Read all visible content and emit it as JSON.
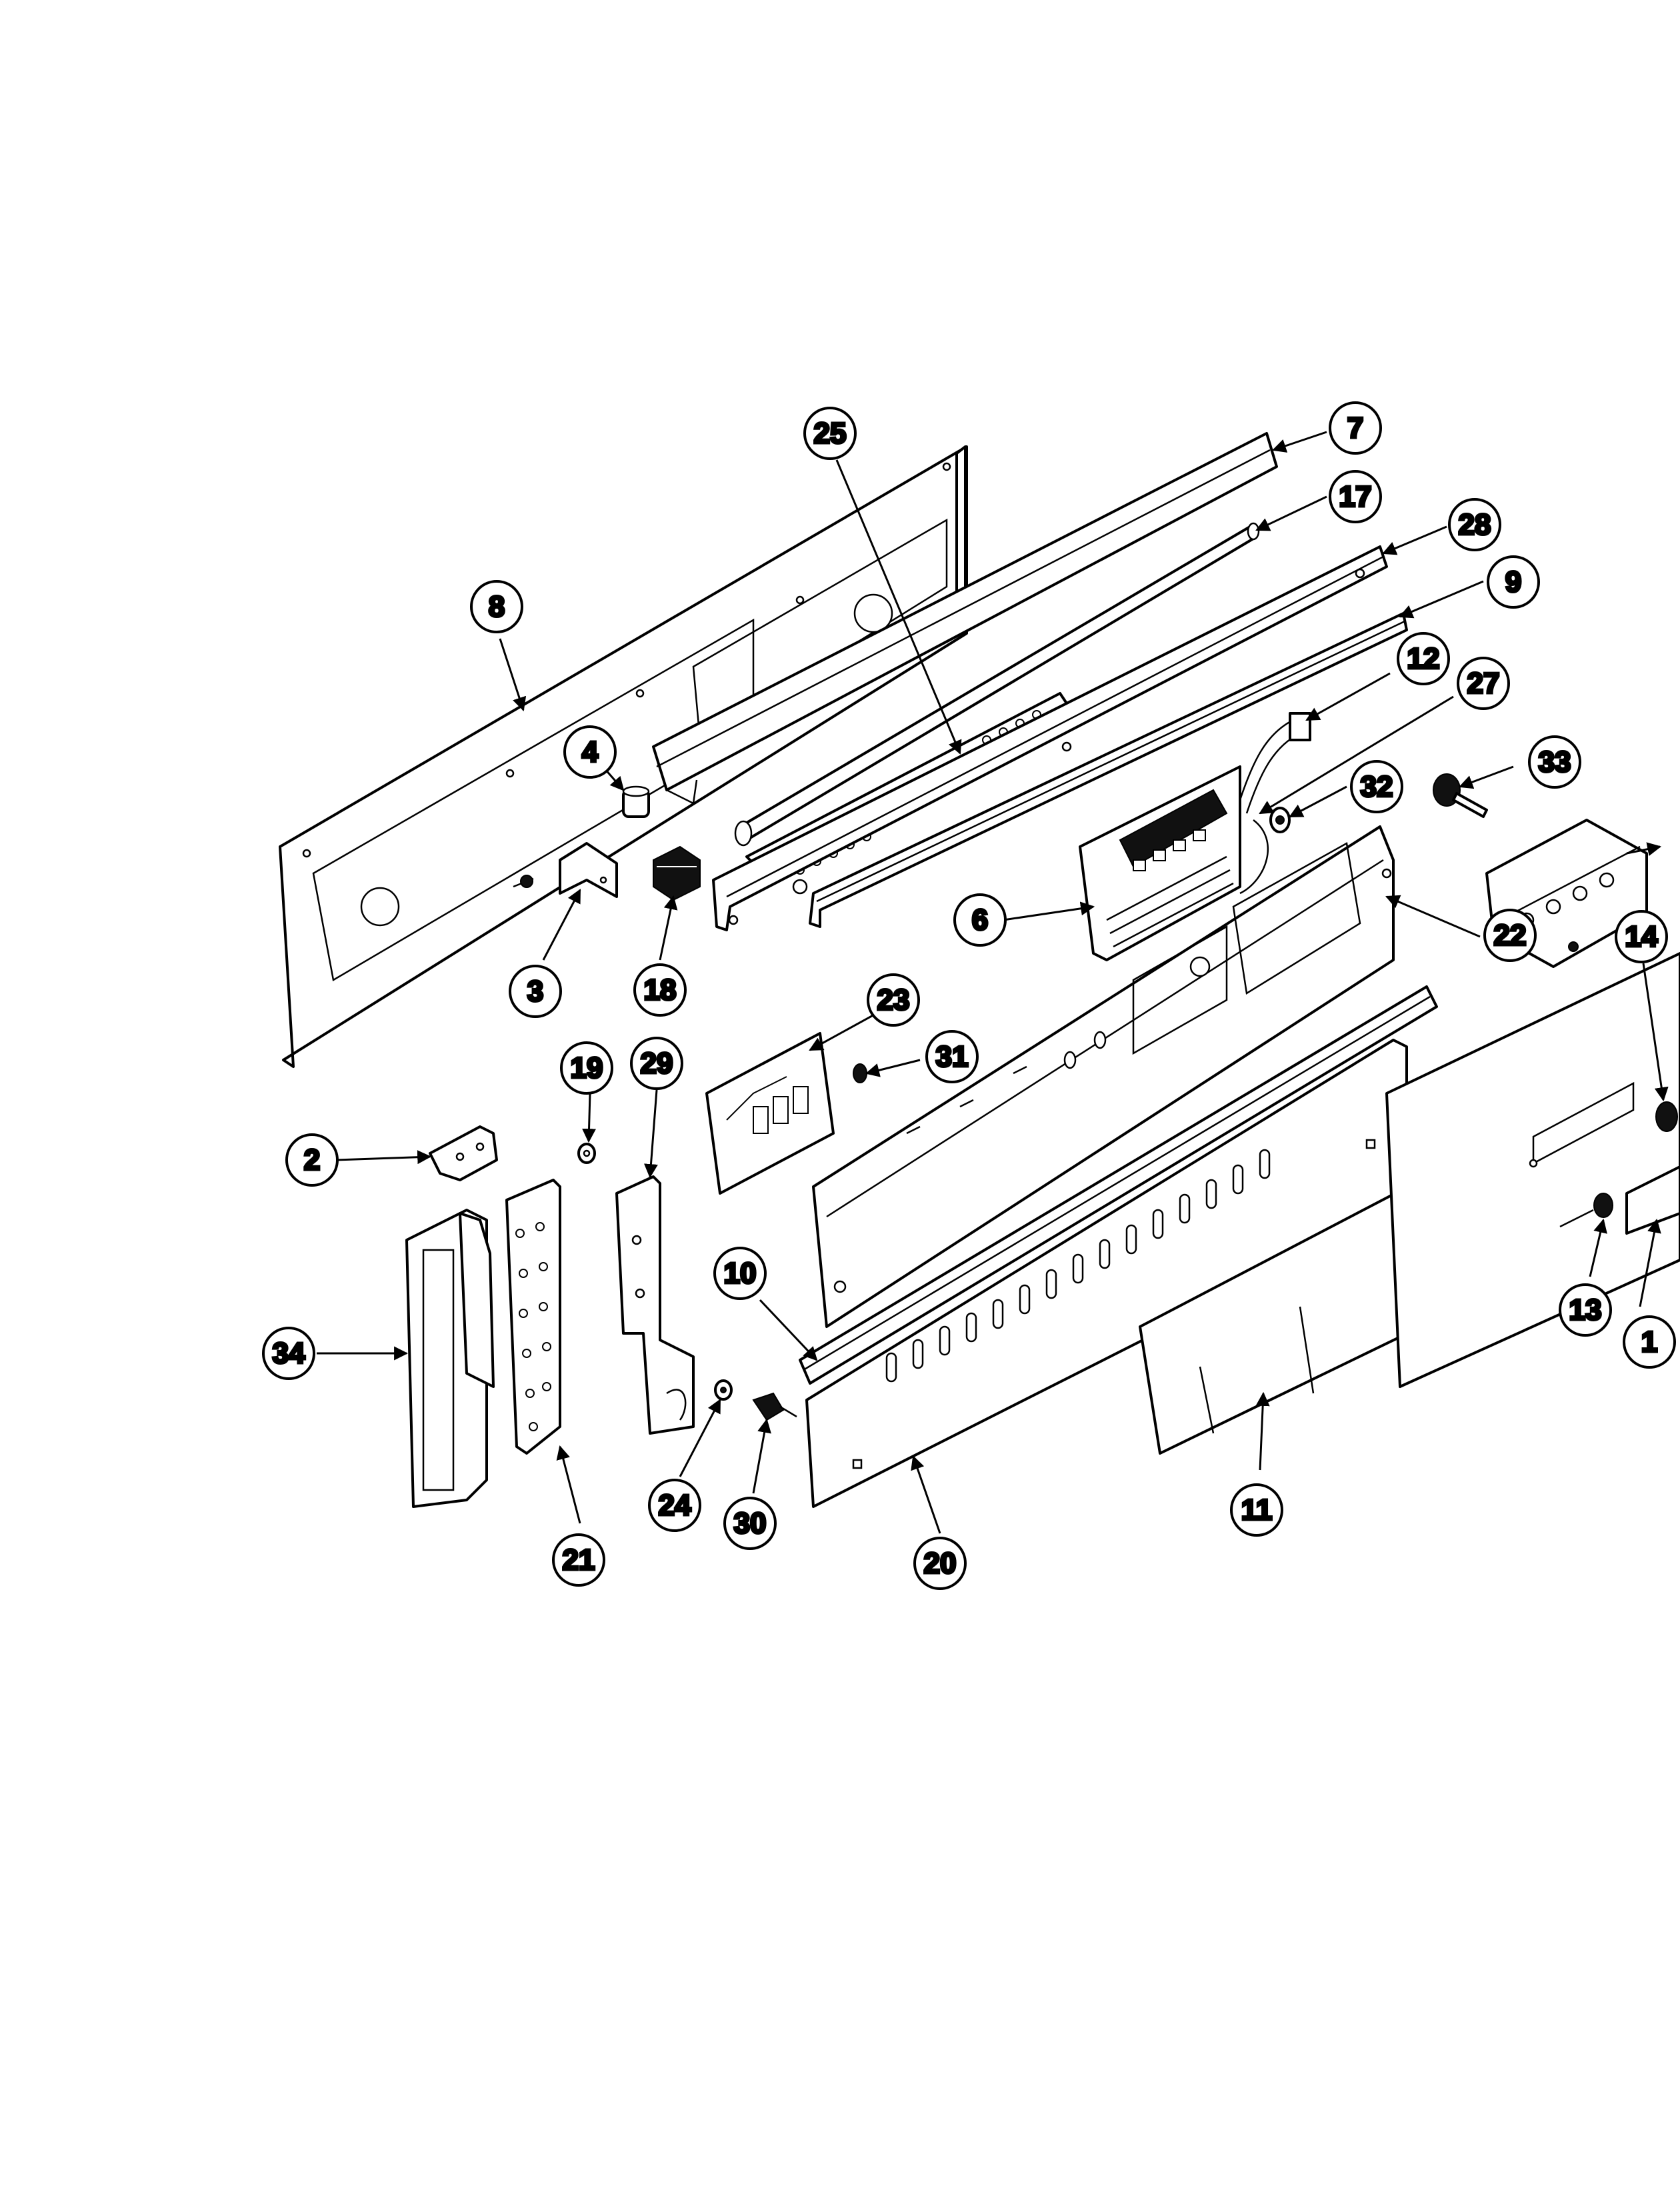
{
  "diagram": {
    "callouts": [
      {
        "id": "c1",
        "label": "1"
      },
      {
        "id": "c2",
        "label": "2"
      },
      {
        "id": "c3",
        "label": "3"
      },
      {
        "id": "c4",
        "label": "4"
      },
      {
        "id": "c6",
        "label": "6"
      },
      {
        "id": "c7",
        "label": "7"
      },
      {
        "id": "c8",
        "label": "8"
      },
      {
        "id": "c9",
        "label": "9"
      },
      {
        "id": "c10",
        "label": "10"
      },
      {
        "id": "c11",
        "label": "11"
      },
      {
        "id": "c12",
        "label": "12"
      },
      {
        "id": "c13",
        "label": "13"
      },
      {
        "id": "c14",
        "label": "14"
      },
      {
        "id": "c17",
        "label": "17"
      },
      {
        "id": "c18",
        "label": "18"
      },
      {
        "id": "c19",
        "label": "19"
      },
      {
        "id": "c20",
        "label": "20"
      },
      {
        "id": "c21",
        "label": "21"
      },
      {
        "id": "c22",
        "label": "22"
      },
      {
        "id": "c23",
        "label": "23"
      },
      {
        "id": "c24",
        "label": "24"
      },
      {
        "id": "c25",
        "label": "25"
      },
      {
        "id": "c27",
        "label": "27"
      },
      {
        "id": "c28",
        "label": "28"
      },
      {
        "id": "c29",
        "label": "29"
      },
      {
        "id": "c30",
        "label": "30"
      },
      {
        "id": "c31",
        "label": "31"
      },
      {
        "id": "c32",
        "label": "32"
      },
      {
        "id": "c33",
        "label": "33"
      },
      {
        "id": "c34",
        "label": "34"
      }
    ]
  }
}
